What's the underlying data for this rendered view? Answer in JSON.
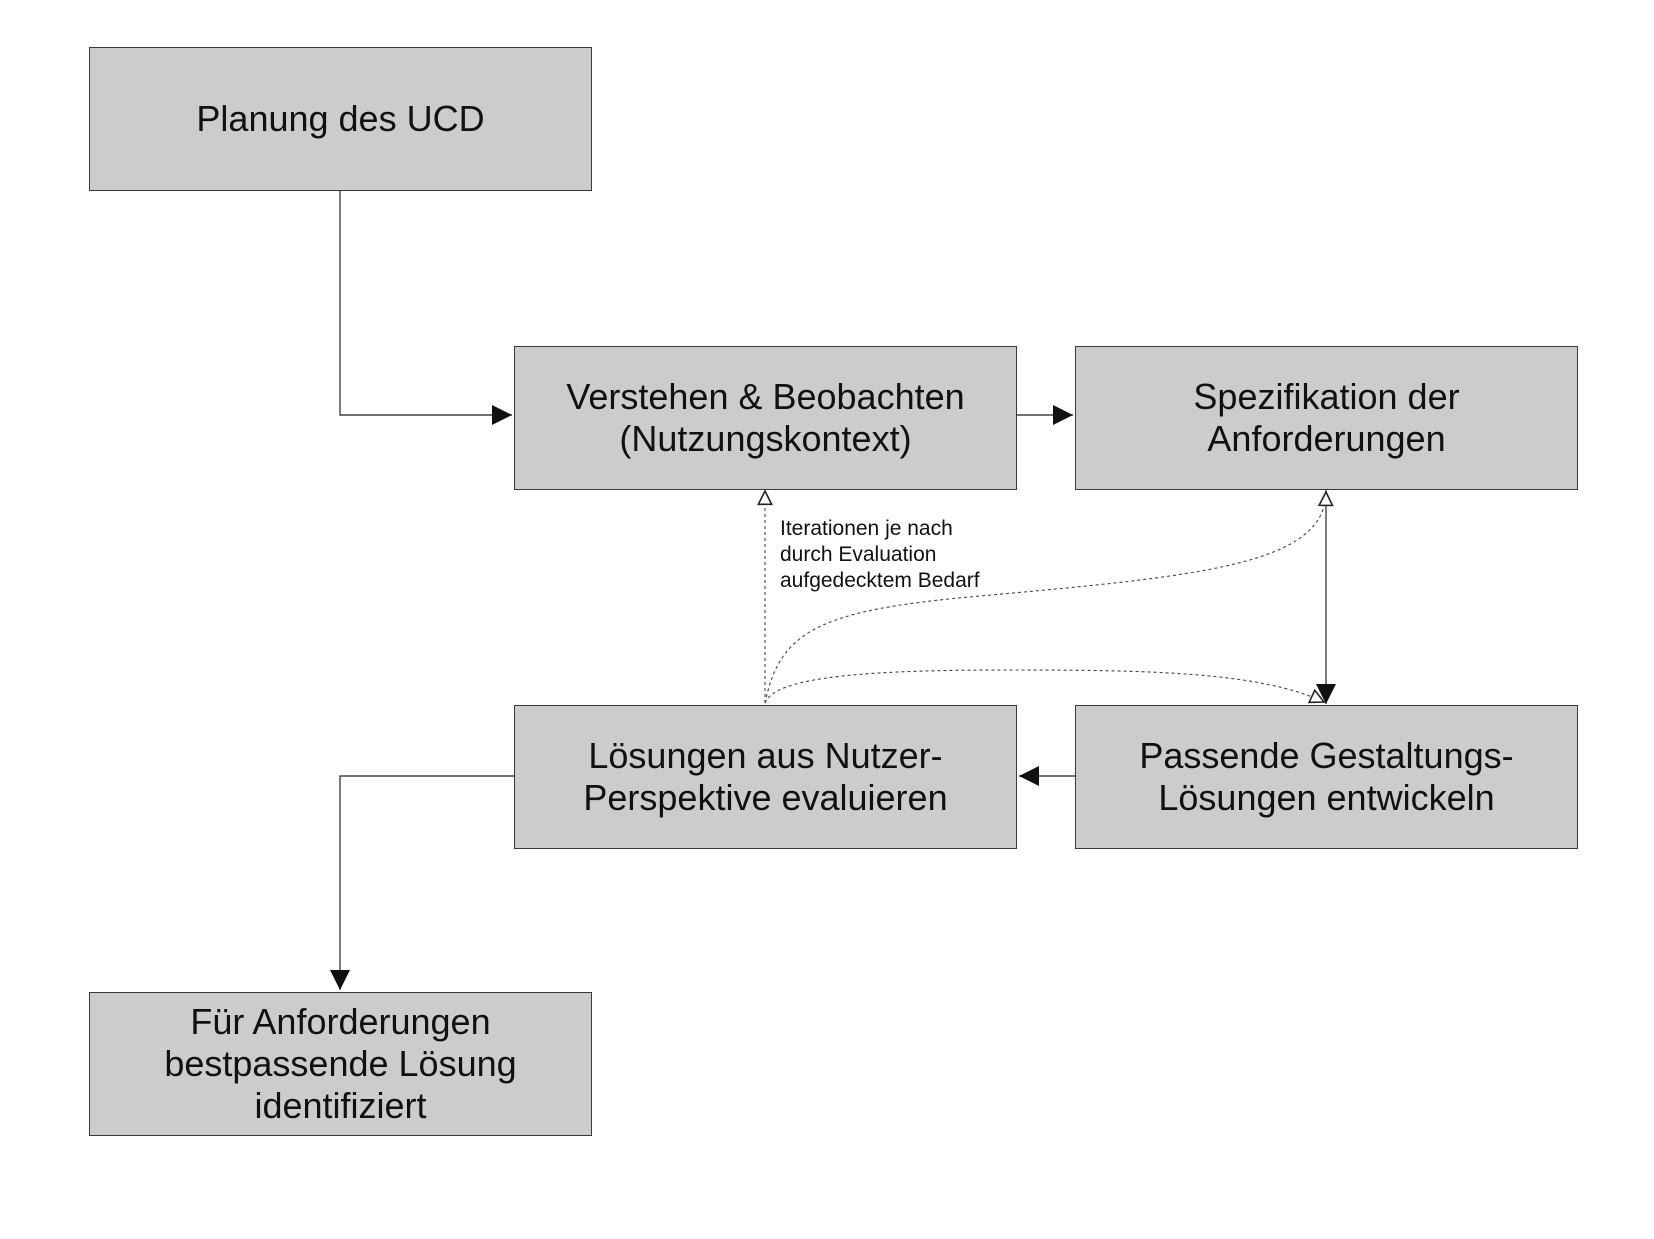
{
  "diagram": {
    "boxes": {
      "planning": "Planung des UCD",
      "understand": "Verstehen & Beobachten\n(Nutzungskontext)",
      "spec": "Spezifikation der\nAnforderungen",
      "evaluate": "Lösungen aus Nutzer-\nPerspektive evaluieren",
      "design": "Passende Gestaltungs-\nLösungen entwickeln",
      "result": "Für Anforderungen\nbestpassende Lösung\nidentifiziert"
    },
    "iteration_note": "Iterationen je nach\ndurch Evaluation\naufgedecktem Bedarf"
  },
  "colors": {
    "box_fill": "#cccccc",
    "box_border": "#3a3a3a",
    "line": "#333333"
  }
}
